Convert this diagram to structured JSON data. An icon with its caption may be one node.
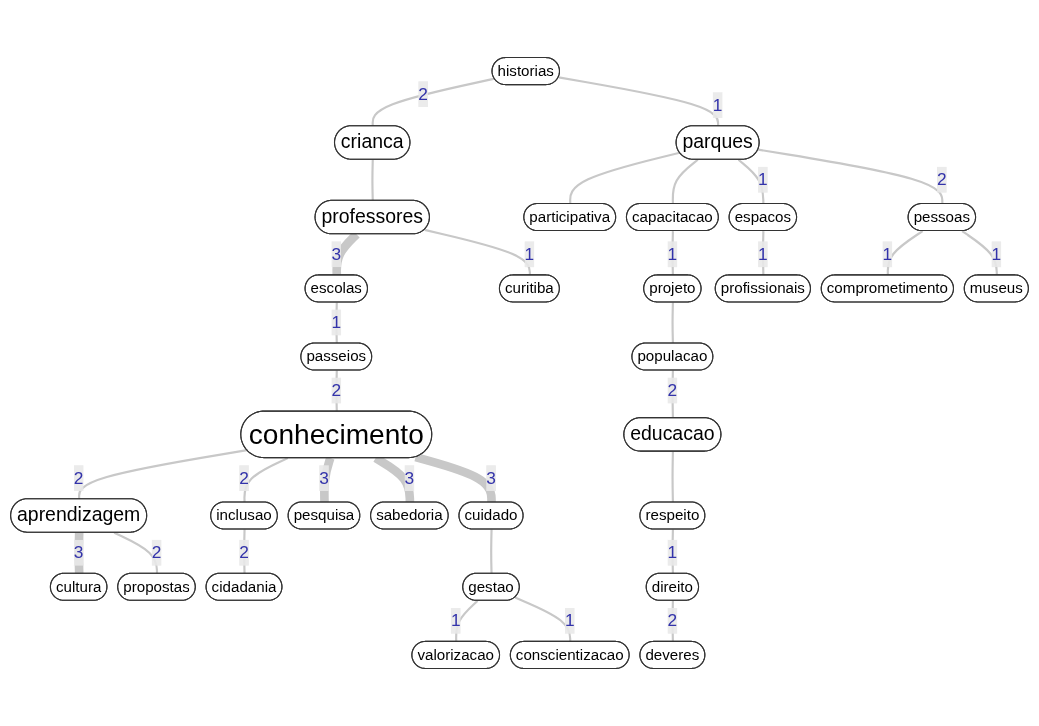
{
  "diagram": {
    "nodes": [
      {
        "text": [
          "cultura"
        ]
      },
      {
        "text": [
          "cidadania"
        ]
      },
      {
        "text": [
          "propostas"
        ]
      },
      {
        "text": [
          "pesquisa"
        ]
      },
      {
        "text": [
          "aprendizagem"
        ]
      },
      {
        "text": [
          "inclusao"
        ]
      },
      {
        "text": [
          "sabedoria"
        ]
      },
      {
        "text": [
          "conhecimento"
        ]
      },
      {
        "text": [
          "valorizacao"
        ]
      },
      {
        "text": [
          "gestao"
        ]
      },
      {
        "text": [
          "cuidado"
        ]
      },
      {
        "text": [
          "conscientizacao"
        ]
      },
      {
        "text": [
          "passeios"
        ]
      },
      {
        "text": [
          "escolas"
        ]
      },
      {
        "text": [
          "professores"
        ]
      },
      {
        "text": [
          "curitiba"
        ]
      },
      {
        "text": [
          "crianca"
        ]
      },
      {
        "text": [
          "historias"
        ]
      },
      {
        "text": [
          "parques"
        ]
      },
      {
        "text": [
          "capacitacao"
        ]
      },
      {
        "text": [
          "projeto"
        ]
      },
      {
        "text": [
          "participativa"
        ]
      },
      {
        "text": [
          "populacao"
        ]
      },
      {
        "text": [
          "educacao"
        ]
      },
      {
        "text": [
          "respeito"
        ]
      },
      {
        "text": [
          "espacos"
        ]
      },
      {
        "text": [
          "direito"
        ]
      },
      {
        "text": [
          "deveres"
        ]
      },
      {
        "text": [
          "profissionais"
        ]
      },
      {
        "text": [
          "pessoas"
        ]
      },
      {
        "text": [
          "comprometimento"
        ]
      },
      {
        "text": [
          "museus"
        ]
      }
    ],
    "edges": [
      {
        "from": 0,
        "to": 4,
        "arrow": "none",
        "label": "3",
        "style": "thick"
      },
      {
        "from": 2,
        "to": 4,
        "arrow": "none",
        "label": "2"
      },
      {
        "from": 4,
        "to": 7,
        "arrow": "none",
        "label": "2"
      },
      {
        "from": 1,
        "to": 5,
        "arrow": "none",
        "label": "2"
      },
      {
        "from": 5,
        "to": 7,
        "arrow": "none",
        "label": "2"
      },
      {
        "from": 3,
        "to": 7,
        "arrow": "none",
        "label": "3",
        "style": "thick"
      },
      {
        "from": 6,
        "to": 7,
        "arrow": "none",
        "label": "3",
        "style": "thick"
      },
      {
        "from": 10,
        "to": 7,
        "arrow": "none",
        "label": "3",
        "style": "thick"
      },
      {
        "from": 8,
        "to": 9,
        "arrow": "none",
        "label": "1"
      },
      {
        "from": 9,
        "to": 10,
        "arrow": "none"
      },
      {
        "from": 11,
        "to": 9,
        "arrow": "none",
        "label": "1"
      },
      {
        "from": 7,
        "to": 12,
        "arrow": "none",
        "label": "2"
      },
      {
        "from": 12,
        "to": 13,
        "arrow": "none",
        "label": "1"
      },
      {
        "from": 13,
        "to": 14,
        "arrow": "none",
        "label": "3",
        "style": "thick"
      },
      {
        "from": 14,
        "to": 16,
        "arrow": "none"
      },
      {
        "from": 15,
        "to": 14,
        "arrow": "none",
        "label": "1"
      },
      {
        "from": 16,
        "to": 17,
        "arrow": "none",
        "label": "2"
      },
      {
        "from": 17,
        "to": 18,
        "arrow": "none",
        "label": "1"
      },
      {
        "from": 18,
        "to": 21,
        "arrow": "none"
      },
      {
        "from": 18,
        "to": 19,
        "arrow": "none"
      },
      {
        "from": 19,
        "to": 20,
        "arrow": "none",
        "label": "1"
      },
      {
        "from": 20,
        "to": 22,
        "arrow": "none"
      },
      {
        "from": 22,
        "to": 23,
        "arrow": "none",
        "label": "2"
      },
      {
        "from": 23,
        "to": 24,
        "arrow": "none"
      },
      {
        "from": 24,
        "to": 26,
        "arrow": "none",
        "label": "1"
      },
      {
        "from": 26,
        "to": 27,
        "arrow": "none",
        "label": "2"
      },
      {
        "from": 18,
        "to": 25,
        "arrow": "none",
        "label": "1"
      },
      {
        "from": 25,
        "to": 28,
        "arrow": "none",
        "label": "1"
      },
      {
        "from": 18,
        "to": 29,
        "arrow": "none",
        "label": "2"
      },
      {
        "from": 29,
        "to": 30,
        "arrow": "none",
        "label": "1"
      },
      {
        "from": 29,
        "to": 31,
        "arrow": "none",
        "label": "1"
      }
    ]
  }
}
